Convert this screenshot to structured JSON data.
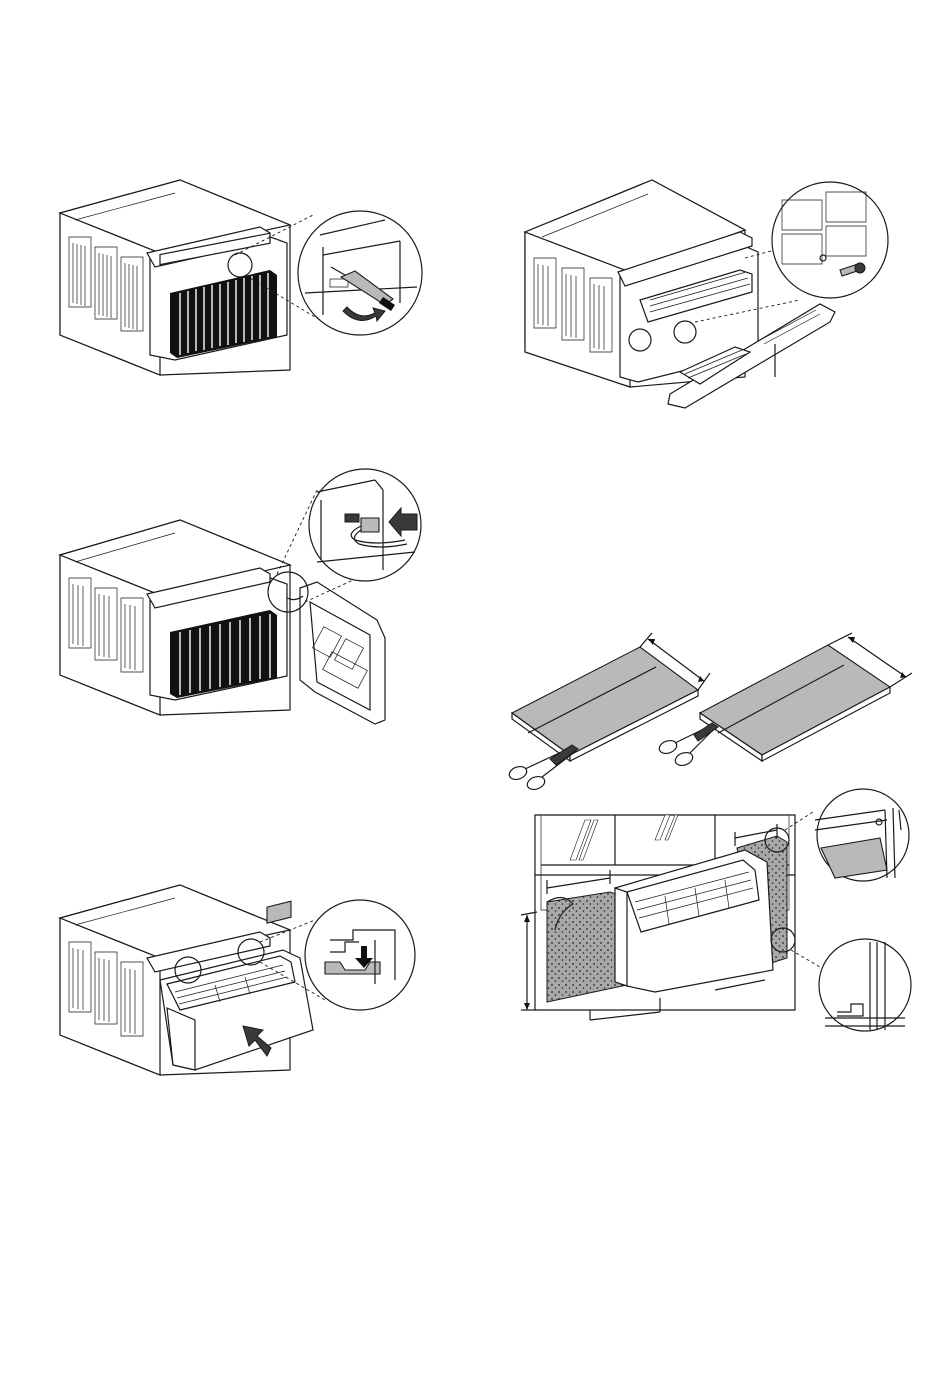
{
  "page": {
    "background": "#ffffff",
    "line_color": "#1a1a1a",
    "panel_fill": "#b9b9b9"
  },
  "figures": [
    {
      "id": "remove-front-grille-screwdriver",
      "icons": [
        "air-conditioner-icon",
        "screwdriver-icon",
        "rotate-arrow-icon"
      ]
    },
    {
      "id": "remove-top-vent-screw",
      "icons": [
        "air-conditioner-icon",
        "screw-icon"
      ]
    },
    {
      "id": "connect-front-panel-wire",
      "icons": [
        "air-conditioner-icon",
        "connector-icon",
        "push-arrow-icon"
      ]
    },
    {
      "id": "attach-front-panel",
      "icons": [
        "air-conditioner-icon",
        "hook-detail-icon",
        "push-arrow-icon"
      ]
    },
    {
      "id": "cut-insulation-panels",
      "icons": [
        "foam-panel-icon",
        "scissors-icon"
      ]
    },
    {
      "id": "install-in-window-with-insulation",
      "icons": [
        "window-icon",
        "air-conditioner-icon",
        "insulation-icon"
      ]
    }
  ]
}
